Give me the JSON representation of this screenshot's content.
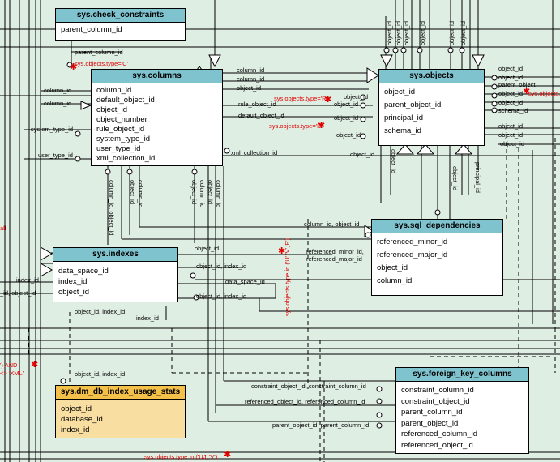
{
  "entities": {
    "check_constraints": {
      "title": "sys.check_constraints",
      "columns": [
        "parent_column_id"
      ]
    },
    "columns": {
      "title": "sys.columns",
      "columns": [
        "column_id",
        "default_object_id",
        "object_id",
        "object_number",
        "rule_object_id",
        "system_type_id",
        "user_type_id",
        "xml_collection_id"
      ]
    },
    "objects": {
      "title": "sys.objects",
      "columns": [
        "object_id",
        "parent_object_id",
        "principal_id",
        "schema_id"
      ]
    },
    "sql_dependencies": {
      "title": "sys.sql_dependencies",
      "columns": [
        "referenced_minor_id",
        "referenced_major_id",
        "object_id",
        "column_id"
      ]
    },
    "indexes": {
      "title": "sys.indexes",
      "columns": [
        "data_space_id",
        "index_id",
        "object_id"
      ]
    },
    "index_usage": {
      "title": "sys.dm_db_index_usage_stats",
      "columns": [
        "object_id",
        "database_id",
        "index_id"
      ]
    },
    "fk_columns": {
      "title": "sys.foreign_key_columns",
      "columns": [
        "constraint_column_id",
        "constraint_object_id",
        "parent_column_id",
        "parent_object_id",
        "referenced_column_id",
        "referenced_object_id"
      ]
    }
  },
  "labels": {
    "parent_column_id": "parent_column_id",
    "type_c": "sys.objects.type='C'",
    "column_id": "column_id",
    "object_id": "object_id",
    "rule_object_id": "rule_object_id",
    "default_object_id": "default_object_id",
    "type_r": "sys.objects.type='R'",
    "type_d": "sys.objects.type='D'",
    "system_type_id": "system_type_id",
    "user_type_id": "user_type_id",
    "xml_collection_id": "xml_collection_id",
    "parent_object": "parent_object",
    "schema_id": "schema_id",
    "type_s": "sys.objects.",
    "column_id_object_id": "column_id, object_id",
    "referenced_minor_id": "referenced_minor_id,",
    "referenced_major_id": "referenced_major_id",
    "type_u_v_f": "sys.objects.type in ('U','V','F')",
    "object_id_index_id": "object_id, index_id",
    "data_space_id": "data_space_id",
    "index_id": "index_id",
    "id_object_id": "_id, object_id",
    "type_uj_v": "sys.objects.type in ('UJ','V')",
    "constraint_label": "constraint_object_id, constraint_column_id",
    "referenced_label": "referenced_object_id, referenced_column_id",
    "parent_label": "parent_object_id, parent_column_id",
    "and_text": "') AND",
    "xml_text": "<> 'XML'",
    "all_text": "all",
    "principal_id": "principal_id",
    "column_object_id": "column_id, object_id"
  }
}
